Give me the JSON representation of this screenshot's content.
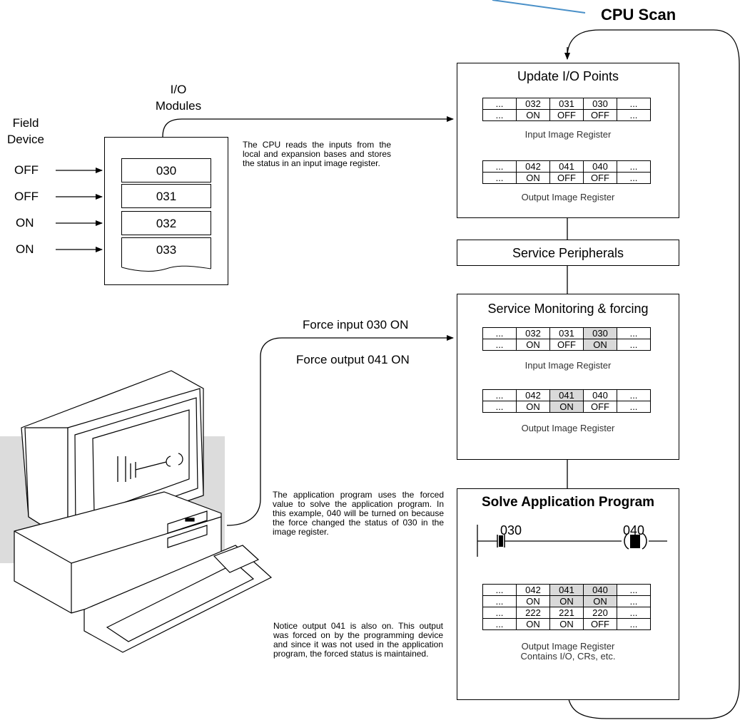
{
  "cpu_scan": {
    "title": "CPU Scan"
  },
  "io_modules": {
    "title_line1": "I/O",
    "title_line2": "Modules",
    "slots": [
      "030",
      "031",
      "032",
      "033"
    ]
  },
  "field_device": {
    "title_line1": "Field",
    "title_line2": "Device",
    "states": [
      "OFF",
      "OFF",
      "ON",
      "ON"
    ]
  },
  "notes": {
    "cpu_reads": "The CPU reads the inputs from the local and expansion bases and stores the status in an input image register.",
    "application": "The application program uses the forced value to solve the application program. In this example, 040 will be turned on because the force changed the status of 030 in the image register.",
    "notice": "Notice output 041 is also on. This output was forced on by the programming device and since it was not used in the application program, the forced status is maintained."
  },
  "force_labels": {
    "input": "Force input 030 ON",
    "output": "Force output 041 ON"
  },
  "update_io": {
    "title": "Update I/O Points",
    "input_register": {
      "rows": [
        [
          "...",
          "032",
          "031",
          "030",
          "..."
        ],
        [
          "...",
          "ON",
          "OFF",
          "OFF",
          "..."
        ]
      ],
      "caption": "Input Image Register"
    },
    "output_register": {
      "rows": [
        [
          "...",
          "042",
          "041",
          "040",
          "..."
        ],
        [
          "...",
          "ON",
          "OFF",
          "OFF",
          "..."
        ]
      ],
      "caption": "Output Image Register"
    }
  },
  "service_peripherals": {
    "title": "Service Peripherals"
  },
  "service_monitoring": {
    "title": "Service Monitoring & forcing",
    "input_register": {
      "rows": [
        [
          "...",
          "032",
          "031",
          "030",
          "..."
        ],
        [
          "...",
          "ON",
          "OFF",
          "ON",
          "..."
        ]
      ],
      "caption": "Input Image Register"
    },
    "output_register": {
      "rows": [
        [
          "...",
          "042",
          "041",
          "040",
          "..."
        ],
        [
          "...",
          "ON",
          "ON",
          "OFF",
          "..."
        ]
      ],
      "caption": "Output Image Register"
    }
  },
  "solve_program": {
    "title": "Solve Application Program",
    "ladder": {
      "contact": "030",
      "coil": "040"
    },
    "register": {
      "rows": [
        [
          "...",
          "042",
          "041",
          "040",
          "..."
        ],
        [
          "...",
          "ON",
          "ON",
          "ON",
          "..."
        ],
        [
          "...",
          "222",
          "221",
          "220",
          "..."
        ],
        [
          "...",
          "ON",
          "ON",
          "OFF",
          "..."
        ]
      ],
      "caption_line1": "Output Image Register",
      "caption_line2": "Contains I/O, CRs, etc."
    }
  },
  "colors": {
    "highlight": "#d9d9d9",
    "shadow": "#dcdcdc",
    "accent_line": "#4a90c8"
  }
}
